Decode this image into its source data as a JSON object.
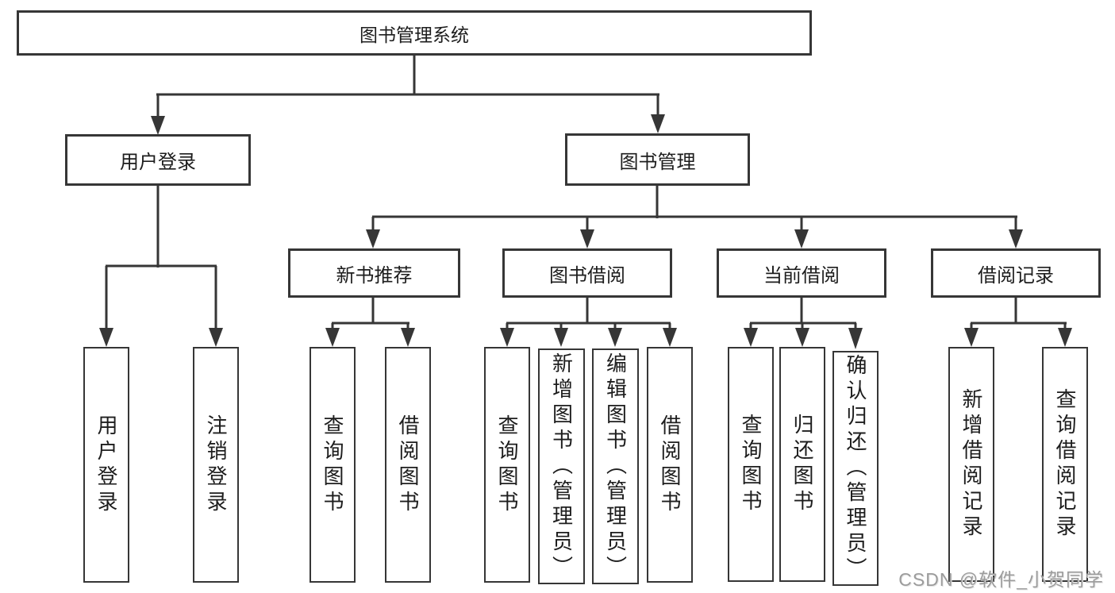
{
  "tree": {
    "root": "图书管理系统",
    "user_login": {
      "label": "用户登录",
      "children": {
        "login": "用户登录",
        "logout": "注销登录"
      }
    },
    "book_mgmt": {
      "label": "图书管理",
      "sections": {
        "new_book_rec": {
          "label": "新书推荐",
          "children": {
            "query_book": "查询图书",
            "borrow_book": "借阅图书"
          }
        },
        "book_borrow": {
          "label": "图书借阅",
          "children": {
            "query_book": "查询图书",
            "add_book": "新增图书（管理员）",
            "edit_book": "编辑图书（管理员）",
            "borrow_book": "借阅图书"
          }
        },
        "current_borrow": {
          "label": "当前借阅",
          "children": {
            "query_book": "查询图书",
            "return_book": "归还图书",
            "confirm_return": "确认归还（管理员）"
          }
        },
        "borrow_records": {
          "label": "借阅记录",
          "children": {
            "add_record": "新增借阅记录",
            "query_record": "查询借阅记录"
          }
        }
      }
    }
  },
  "watermark": "CSDN @软件_小贺同学",
  "colors": {
    "line": "#363636",
    "text": "#1d1d1d",
    "node_background": "#ffffff",
    "watermark": "#9c9c9c",
    "background": "#ffffff"
  }
}
